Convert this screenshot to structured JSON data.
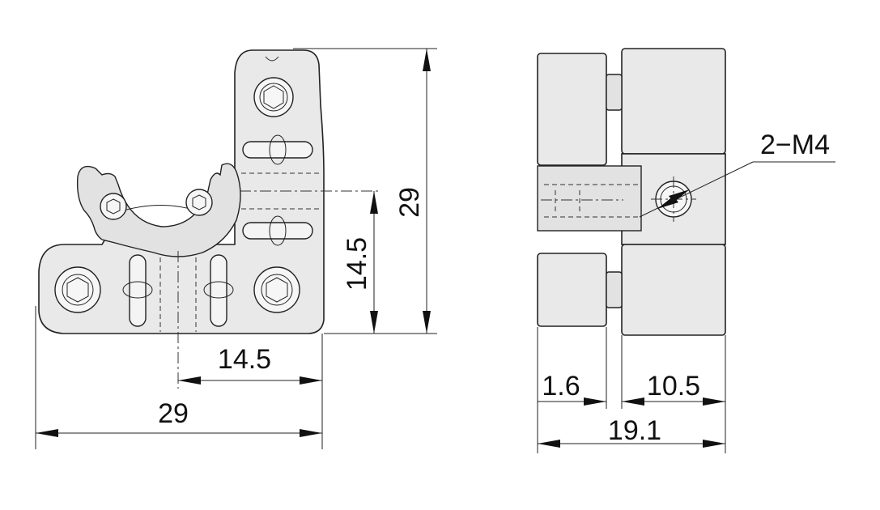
{
  "front_view": {
    "dim_width": "29",
    "dim_height": "29",
    "dim_half_width": "14.5",
    "dim_half_height": "14.5"
  },
  "side_view": {
    "thread_callout": "2−M4",
    "dim_gap": "1.6",
    "dim_block": "10.5",
    "dim_total": "19.1"
  }
}
